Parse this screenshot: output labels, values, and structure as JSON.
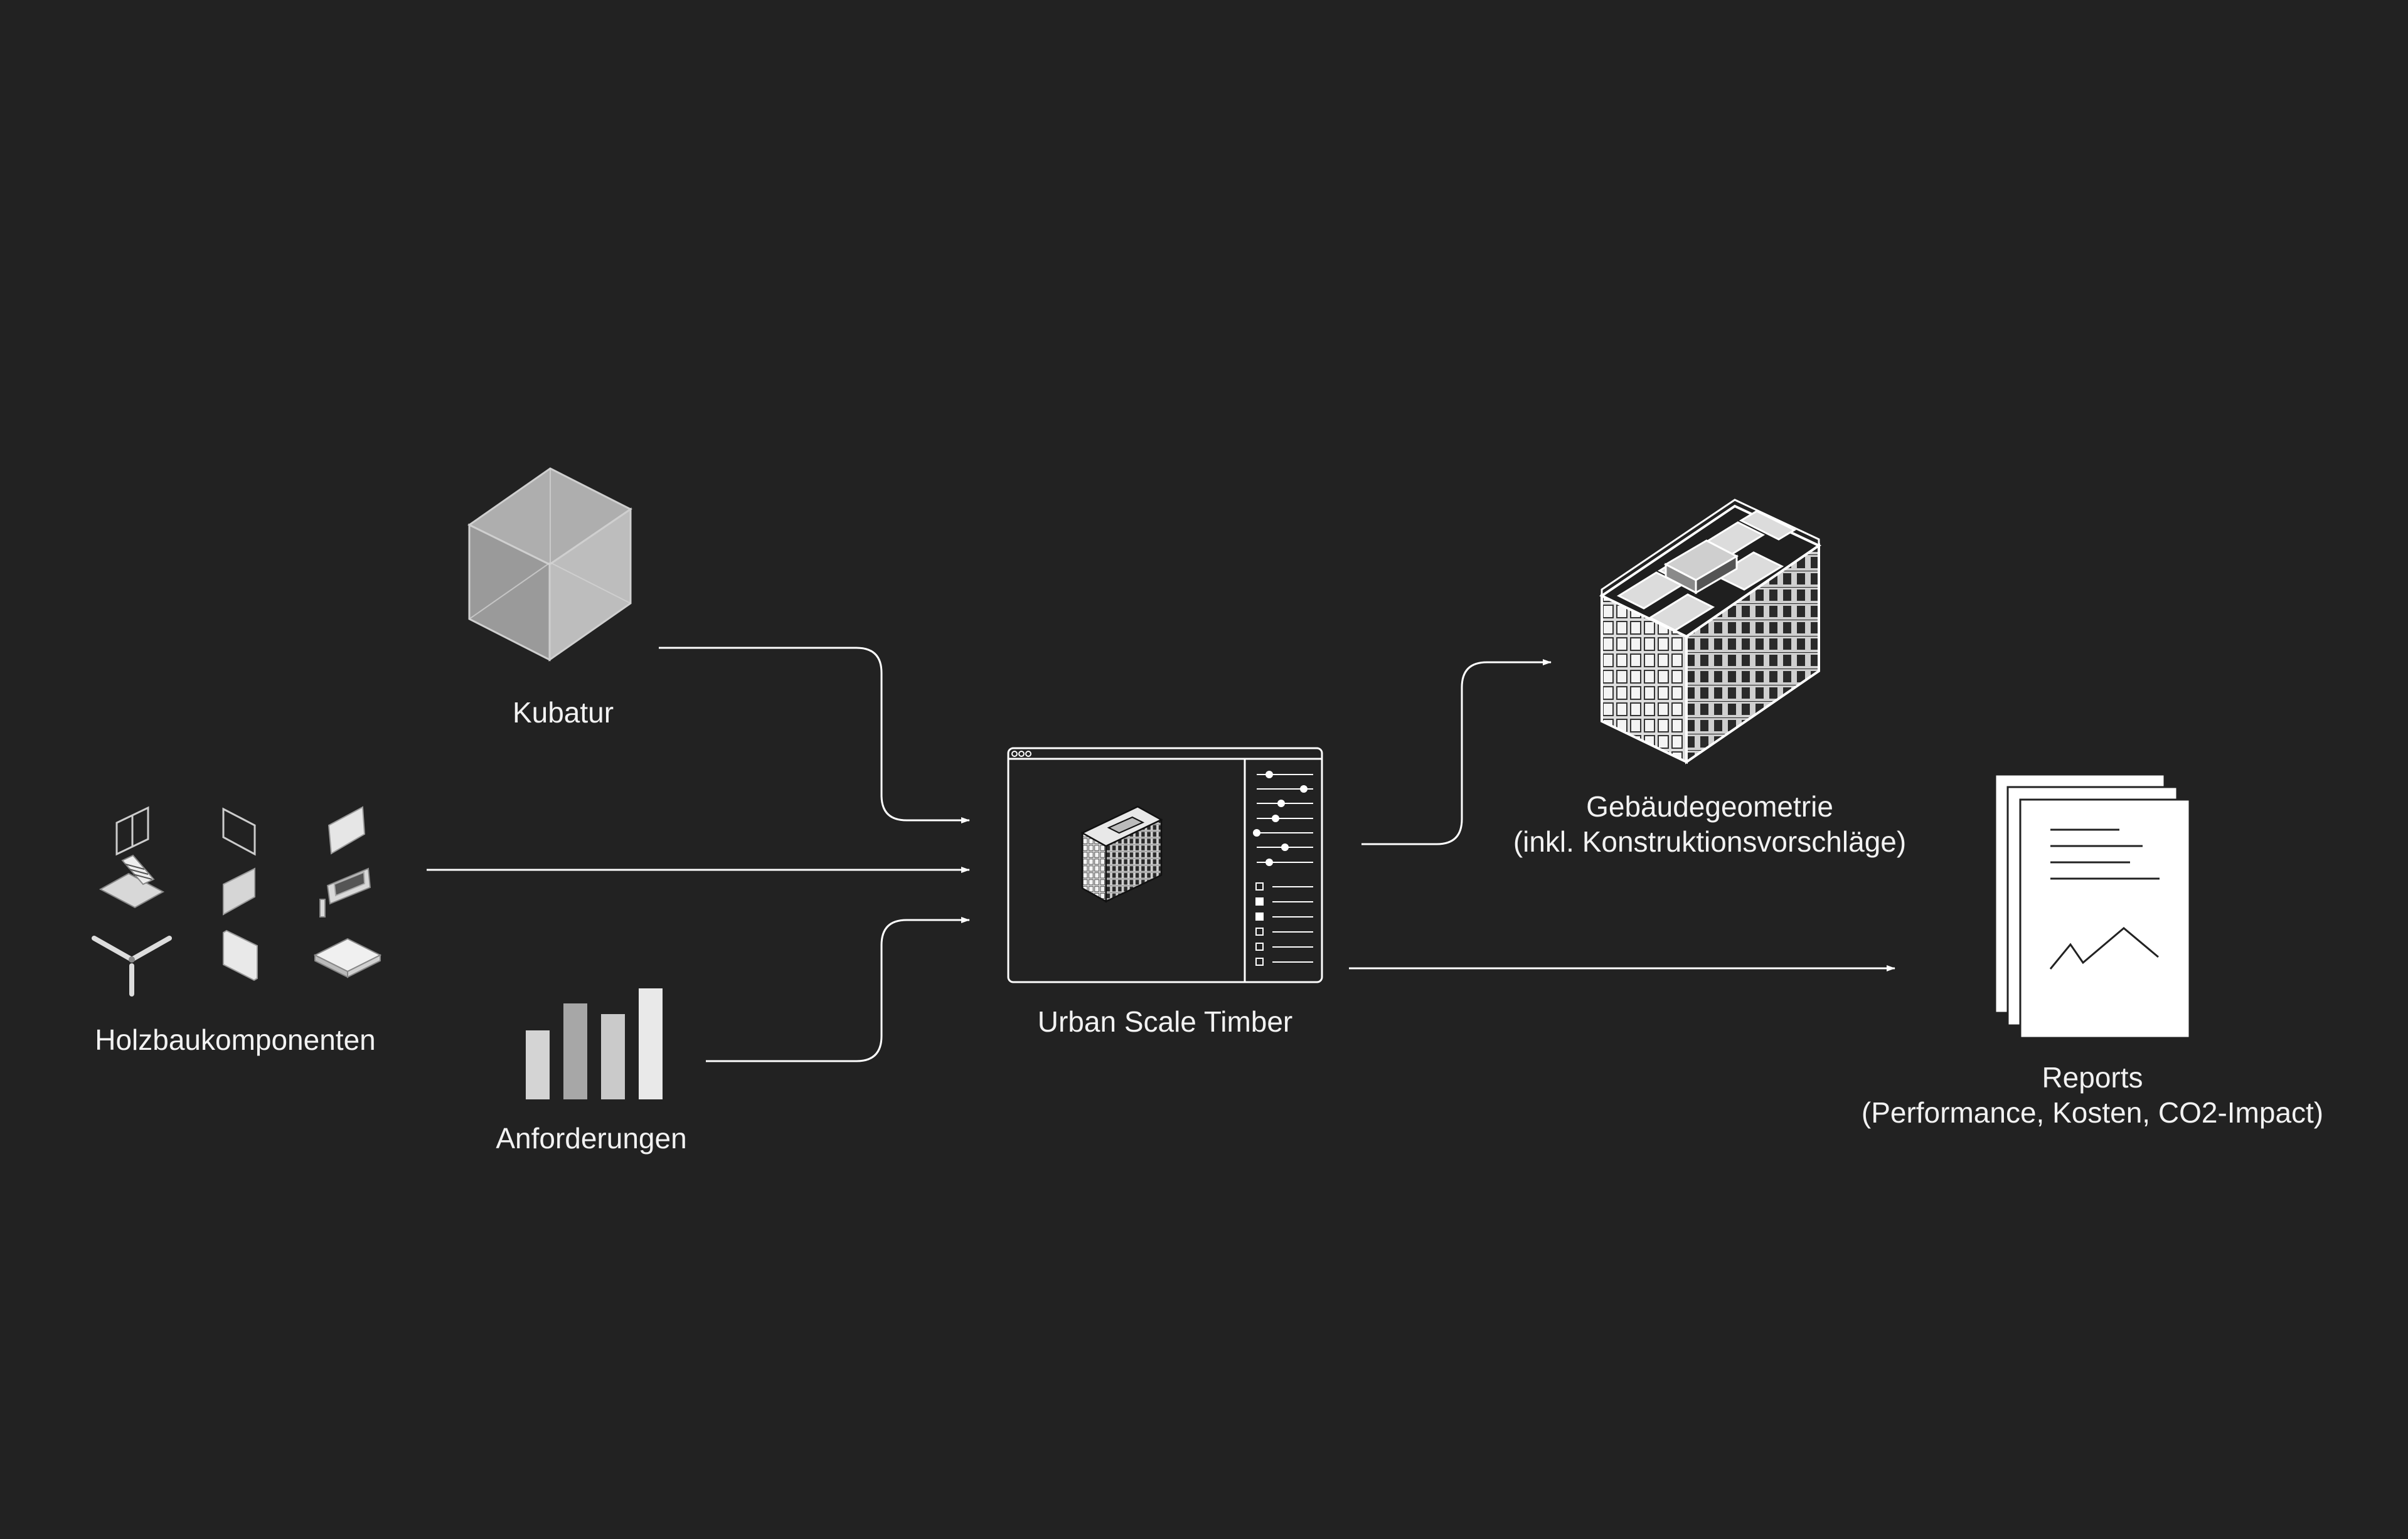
{
  "diagram": {
    "background": "#222222",
    "line_color": "#ffffff",
    "nodes": {
      "kubatur": {
        "label": "Kubatur",
        "icon": "cube-icon"
      },
      "holzbau": {
        "label": "Holzbaukomponenten",
        "icon": "timber-components-icon"
      },
      "anforderungen": {
        "label": "Anforderungen",
        "icon": "bar-chart-icon"
      },
      "ust": {
        "label": "Urban Scale Timber",
        "icon": "app-window-icon"
      },
      "geometrie": {
        "label_line1": "Gebäudegeometrie",
        "label_line2": "(inkl. Konstruktionsvorschläge)",
        "icon": "building-icon"
      },
      "reports": {
        "label_line1": "Reports",
        "label_line2": "(Performance, Kosten, CO2-Impact)",
        "icon": "report-documents-icon"
      }
    },
    "edges": [
      {
        "from": "kubatur",
        "to": "ust"
      },
      {
        "from": "holzbau",
        "to": "ust"
      },
      {
        "from": "anforderungen",
        "to": "ust"
      },
      {
        "from": "ust",
        "to": "geometrie"
      },
      {
        "from": "ust",
        "to": "reports"
      }
    ]
  }
}
